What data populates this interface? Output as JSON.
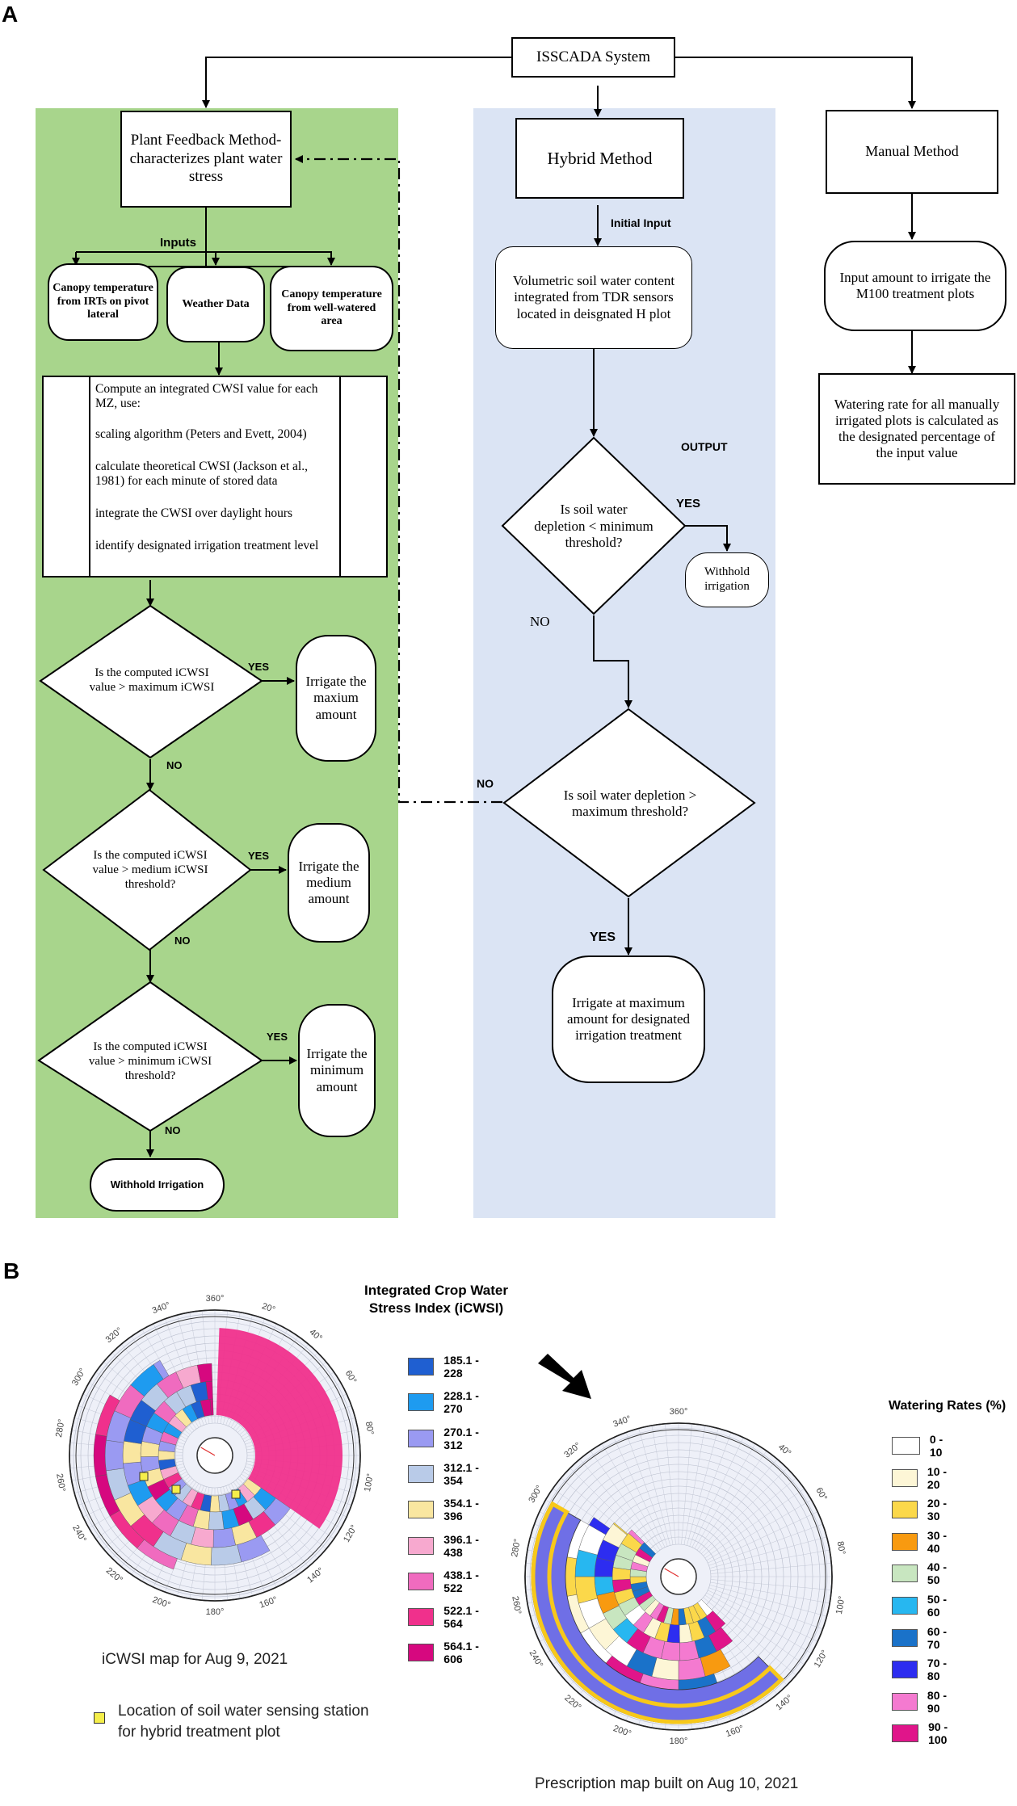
{
  "panel_a": {
    "letter": "A",
    "root": "ISSCADA System",
    "plant_feedback": {
      "title": "Plant Feedback Method- characterizes plant water stress",
      "inputs_label": "Inputs",
      "inputs": [
        "Canopy temperature from IRTs on pivot lateral",
        "Weather Data",
        "Canopy temperature from well-watered area"
      ],
      "compute_lines": [
        "Compute an integrated CWSI value for each MZ, use:",
        "scaling algorithm (Peters and Evett, 2004)",
        "calculate theoretical CWSI (Jackson et al., 1981) for each minute of stored data",
        "integrate the CWSI over daylight hours",
        " identify designated irrigation treatment level"
      ],
      "decision1": "Is the computed iCWSI value > maximum iCWSI",
      "action1": "Irrigate the maxium amount",
      "decision2": "Is the computed iCWSI value > medium iCWSI threshold?",
      "action2": "Irrigate the medium amount",
      "decision3": "Is the computed iCWSI value > minimum iCWSI threshold?",
      "action3": "Irrigate the minimum amount",
      "final": "Withhold Irrigation"
    },
    "hybrid": {
      "title": "Hybrid Method",
      "initial_input": "Initial Input",
      "sensor_box": "Volumetric soil water content integrated from TDR sensors located in deisgnated H plot",
      "output_label": "OUTPUT",
      "decision1": "Is soil water depletion < minimum threshold?",
      "withhold": "Withhold irrigation",
      "decision2": "Is soil water depletion > maximum threshold?",
      "action": "Irrigate at maximum amount for designated irrigation treatment"
    },
    "manual": {
      "title": "Manual Method",
      "input_box": "Input amount to irrigate the M100 treatment plots",
      "rate_box": "Watering rate for all manually irrigated plots is calculated as the designated percentage of the input value"
    },
    "labels": {
      "yes": "YES",
      "no": "NO"
    }
  },
  "panel_b": {
    "letter": "B",
    "left_map": {
      "caption": "iCWSI map for Aug 9, 2021",
      "angle_labels": [
        "360°",
        "20°",
        "40°",
        "60°",
        "80°",
        "100°",
        "120°",
        "140°",
        "160°",
        "180°",
        "200°",
        "220°",
        "240°",
        "260°",
        "280°",
        "300°",
        "320°",
        "340°"
      ]
    },
    "icwsi_legend": {
      "title": "Integrated Crop Water Stress Index (iCWSI)",
      "items": [
        {
          "label": "185.1 - 228",
          "color": "#1f5fd1"
        },
        {
          "label": "228.1 - 270",
          "color": "#1e9bf0"
        },
        {
          "label": "270.1 - 312",
          "color": "#9a9af2"
        },
        {
          "label": "312.1 - 354",
          "color": "#b9cbe8"
        },
        {
          "label": "354.1 - 396",
          "color": "#f9e6a0"
        },
        {
          "label": "396.1 - 438",
          "color": "#f7a9cf"
        },
        {
          "label": "438.1 - 522",
          "color": "#f06bbf"
        },
        {
          "label": "522.1 - 564",
          "color": "#f0308c"
        },
        {
          "label": "564.1 - 606",
          "color": "#d6087f"
        }
      ]
    },
    "sensor_note": "Location of soil water sensing station for hybrid treatment plot",
    "right_map": {
      "caption": "Prescription map built on Aug 10, 2021",
      "angle_labels": [
        "360°",
        "40°",
        "60°",
        "80°",
        "100°",
        "120°",
        "140°",
        "160°",
        "180°",
        "200°",
        "220°",
        "240°",
        "260°",
        "280°",
        "300°",
        "320°",
        "340°"
      ]
    },
    "rates_legend": {
      "title": "Watering Rates (%)",
      "items": [
        {
          "label": "0 - 10",
          "color": "#ffffff"
        },
        {
          "label": "10 - 20",
          "color": "#fdf6d6"
        },
        {
          "label": "20 - 30",
          "color": "#fbd84a"
        },
        {
          "label": "30 - 40",
          "color": "#f89a10"
        },
        {
          "label": "40 - 50",
          "color": "#c8e6c0"
        },
        {
          "label": "50 - 60",
          "color": "#27b7f0"
        },
        {
          "label": "60 - 70",
          "color": "#1a72c9"
        },
        {
          "label": "70 - 80",
          "color": "#2d2df0"
        },
        {
          "label": "80 - 90",
          "color": "#f47ad0"
        },
        {
          "label": "90 - 100",
          "color": "#e0158a"
        }
      ]
    }
  }
}
